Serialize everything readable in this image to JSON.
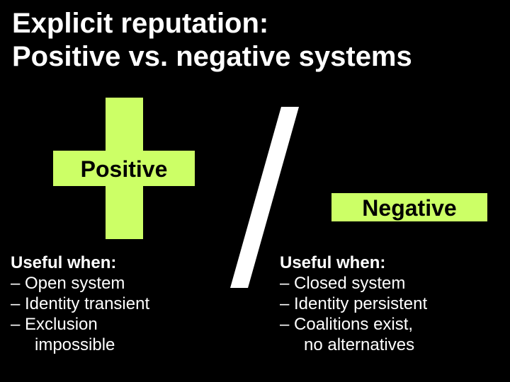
{
  "title": {
    "lines": "Explicit reputation:\nPositive vs. negative systems"
  },
  "colors": {
    "background": "#000000",
    "accent_green": "#ccff66",
    "text_light": "#ffffff",
    "text_dark": "#000000"
  },
  "positive": {
    "label": "Positive",
    "symbol": "plus-icon",
    "heading": "Useful when:",
    "items": [
      {
        "text": "– Open system"
      },
      {
        "text": "– Identity transient"
      },
      {
        "text": "– Exclusion"
      },
      {
        "text": "impossible"
      }
    ]
  },
  "negative": {
    "label": "Negative",
    "heading": "Useful when:",
    "items": [
      {
        "text": "– Closed system"
      },
      {
        "text": "– Identity persistent"
      },
      {
        "text": "– Coalitions exist,"
      },
      {
        "text": "no alternatives"
      }
    ]
  },
  "divider": {
    "symbol": "slash-icon"
  }
}
